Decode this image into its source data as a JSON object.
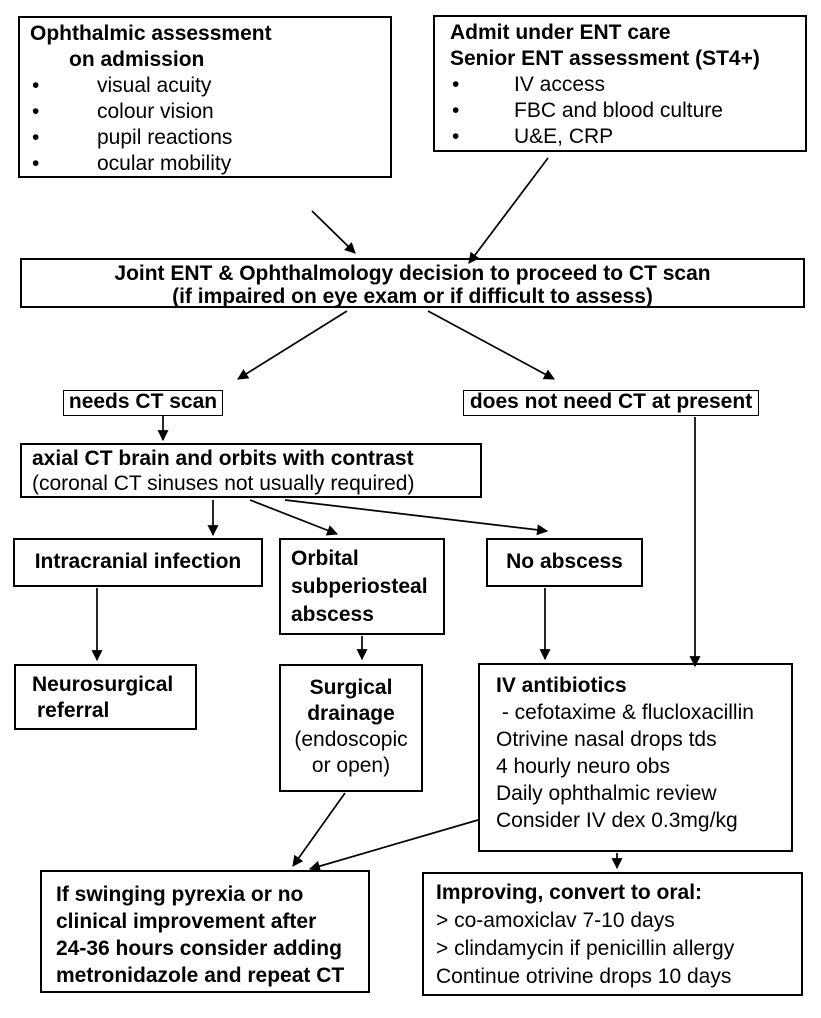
{
  "flowchart": {
    "bullet_char": "•",
    "colors": {
      "border": "#000000",
      "background": "#ffffff",
      "text": "#000000"
    },
    "ophthalmic": {
      "line1": "Ophthalmic assessment",
      "line2": "on admission",
      "bullets": [
        "visual acuity",
        "colour vision",
        "pupil reactions",
        "ocular mobility"
      ]
    },
    "admit": {
      "line1": "Admit under ENT care",
      "line2": "Senior ENT assessment (ST4+)",
      "bullets": [
        "IV access",
        "FBC and blood culture",
        "U&E, CRP"
      ]
    },
    "decision": {
      "line1": "Joint ENT & Ophthalmology decision to proceed to CT scan",
      "line2": "(if impaired on eye exam or if difficult to assess)"
    },
    "needs_ct": {
      "label": "needs CT scan"
    },
    "no_ct": {
      "label": "does not need CT at present"
    },
    "axial": {
      "line1": "axial CT brain and orbits with contrast",
      "line2": "(coronal CT sinuses not usually required)"
    },
    "intracranial": {
      "label": "Intracranial infection"
    },
    "orbital": {
      "lines": [
        "Orbital",
        "subperiosteal",
        "abscess"
      ]
    },
    "no_abscess": {
      "label": "No abscess"
    },
    "neurosurgical": {
      "lines": [
        "Neurosurgical",
        "referral"
      ]
    },
    "surgical": {
      "bold_lines": [
        "Surgical",
        "drainage"
      ],
      "normal_lines": [
        "(endoscopic",
        "or open)"
      ]
    },
    "iv": {
      "title": "IV antibiotics",
      "lines": [
        " - cefotaxime & flucloxacillin",
        "Otrivine nasal drops tds",
        "4 hourly neuro obs",
        "Daily ophthalmic review",
        "Consider IV dex 0.3mg/kg"
      ]
    },
    "pyrexia": {
      "lines": [
        "If swinging pyrexia or no",
        "clinical improvement after",
        "24-36 hours consider adding",
        "metronidazole and repeat CT"
      ]
    },
    "improving": {
      "title": "Improving, convert to oral:",
      "lines": [
        "> co-amoxiclav 7-10 days",
        "> clindamycin if penicillin allergy",
        "Continue otrivine drops 10 days"
      ]
    }
  }
}
